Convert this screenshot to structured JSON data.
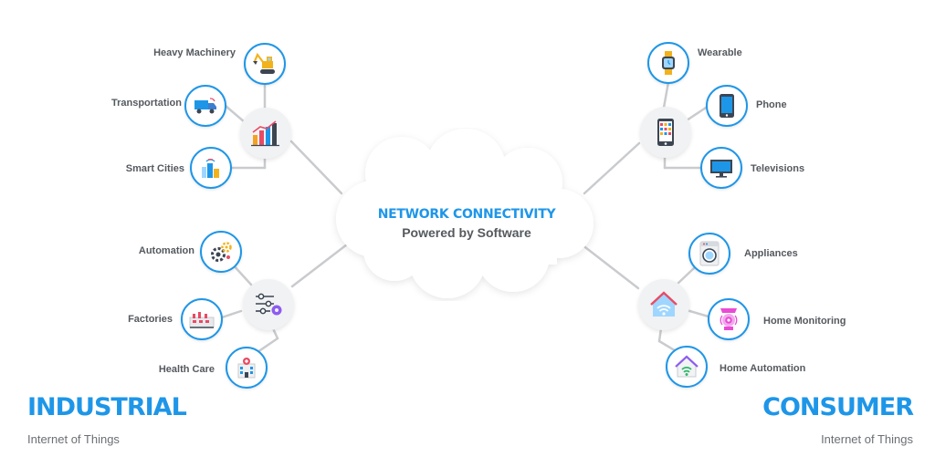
{
  "center": {
    "title": "NETWORK CONNECTIVITY",
    "subtitle": "Powered by Software"
  },
  "industrial": {
    "title": "INDUSTRIAL",
    "subtitle": "Internet of Things",
    "items": [
      {
        "label": "Heavy Machinery",
        "icon": "excavator-icon"
      },
      {
        "label": "Transportation",
        "icon": "truck-icon"
      },
      {
        "label": "Smart Cities",
        "icon": "city-icon"
      },
      {
        "label": "Automation",
        "icon": "gears-icon"
      },
      {
        "label": "Factories",
        "icon": "factory-icon"
      },
      {
        "label": "Health Care",
        "icon": "hospital-icon"
      }
    ],
    "hubs": [
      {
        "icon": "bar-chart-icon"
      },
      {
        "icon": "sliders-gear-icon"
      }
    ]
  },
  "consumer": {
    "title": "CONSUMER",
    "subtitle": "Internet of Things",
    "items": [
      {
        "label": "Wearable",
        "icon": "smartwatch-icon"
      },
      {
        "label": "Phone",
        "icon": "phone-icon"
      },
      {
        "label": "Televisions",
        "icon": "tv-icon"
      },
      {
        "label": "Appliances",
        "icon": "washing-machine-icon"
      },
      {
        "label": "Home Monitoring",
        "icon": "camera-icon"
      },
      {
        "label": "Home Automation",
        "icon": "smart-home-icon"
      }
    ],
    "hubs": [
      {
        "icon": "app-grid-phone-icon"
      },
      {
        "icon": "wifi-house-icon"
      }
    ]
  },
  "colors": {
    "accent": "#1e96e8",
    "text": "#55595e",
    "connector": "#c9cbce"
  }
}
